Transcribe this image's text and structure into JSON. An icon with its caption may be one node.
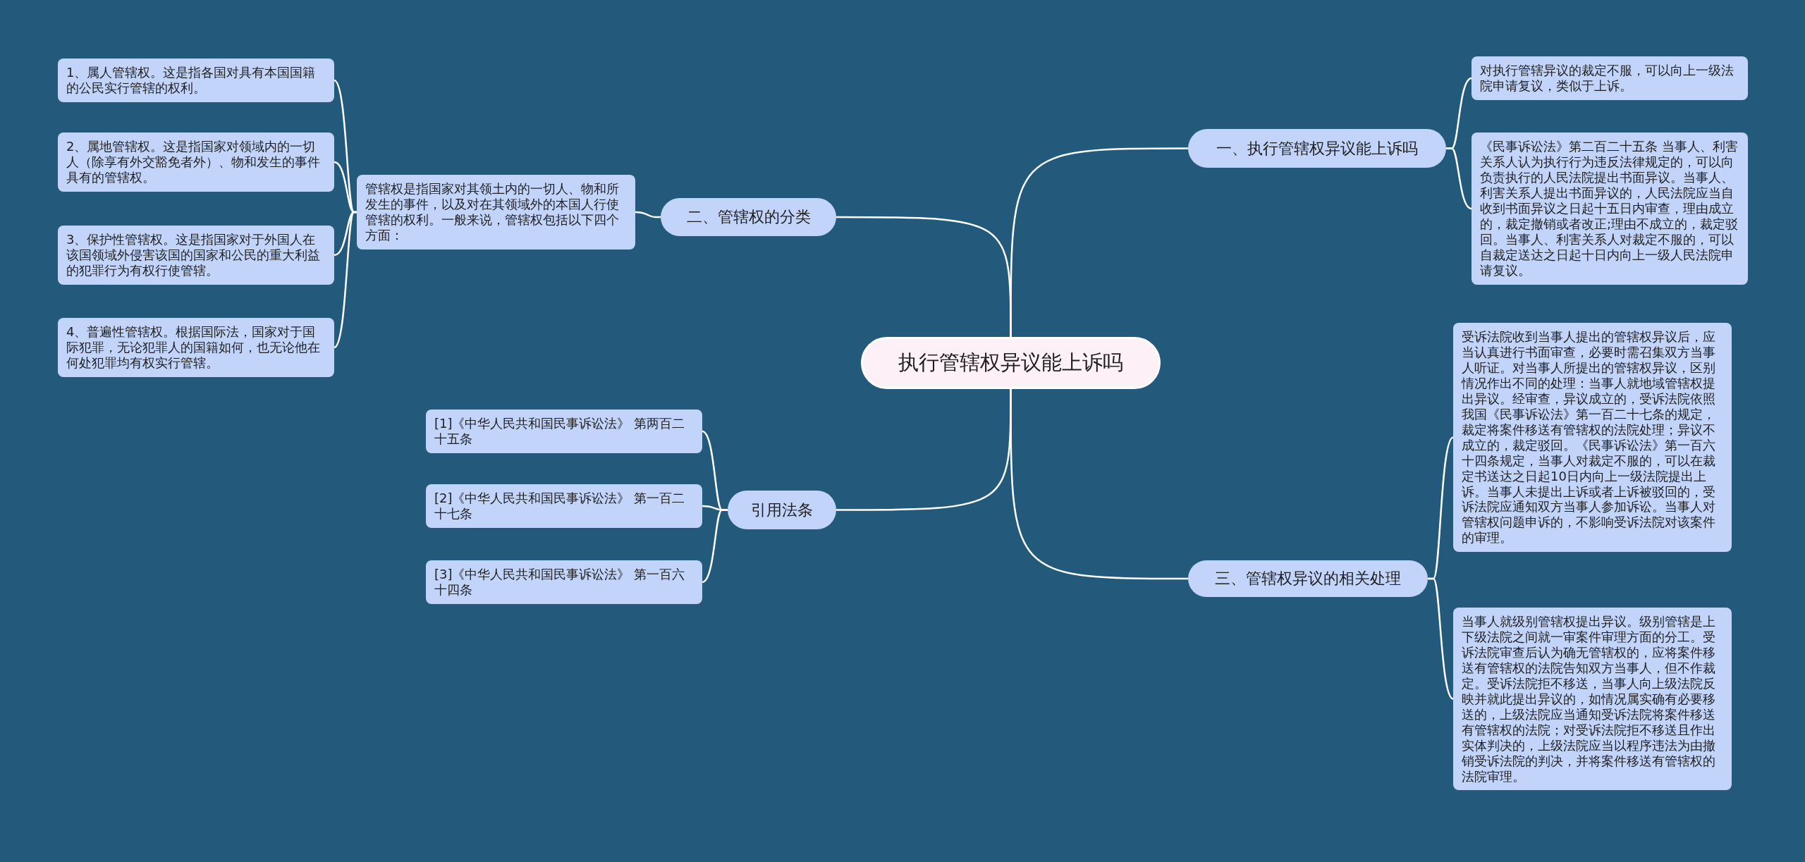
{
  "diagram": {
    "nodes": [
      {
        "text": [
          "执行管辖权异议能上诉吗"
        ]
      },
      {
        "text": [
          "一、执行管辖权异议能上诉吗"
        ]
      },
      {
        "text": [
          "对执行管辖异议的裁定不服，可以向上一级法院申请复议，类似于上诉。"
        ]
      },
      {
        "text": [
          "《民事诉讼法》第二百二十五条 当事人、利害关系人认为执行行为违反法律规定的，可以向负责执行的人民法院提出书面异议。当事人、利害关系人提出书面异议的，人民法院应当自收到书面异议之日起十五日内审查，理由成立的，裁定撤销或者改正;理由不成立的，裁定驳回。当事人、利害关系人对裁定不服的，可以自裁定送达之日起十日内向上一级人民法院申请复议。"
        ]
      },
      {
        "text": [
          "二、管辖权的分类"
        ]
      },
      {
        "text": [
          "管辖权是指国家对其领土内的一切人、物和所发生的事件，以及对在其领域外的本国人行使管辖的权利。一般来说，管辖权包括以下四个方面："
        ]
      },
      {
        "text": [
          "1、属人管辖权。这是指各国对具有本国国籍的公民实行管辖的权利。"
        ]
      },
      {
        "text": [
          "2、属地管辖权。这是指国家对领域内的一切人（除享有外交豁免者外）、物和发生的事件具有的管辖权。"
        ]
      },
      {
        "text": [
          "3、保护性管辖权。这是指国家对于外国人在该国领域外侵害该国的国家和公民的重大利益的犯罪行为有权行使管辖。"
        ]
      },
      {
        "text": [
          "4、普遍性管辖权。根据国际法，国家对于国际犯罪，无论犯罪人的国籍如何，也无论他在何处犯罪均有权实行管辖。"
        ]
      },
      {
        "text": [
          "三、管辖权异议的相关处理"
        ]
      },
      {
        "text": [
          "受诉法院收到当事人提出的管辖权异议后，应当认真进行书面审查，必要时需召集双方当事人听证。对当事人所提出的管辖权异议，区别情况作出不同的处理：当事人就地域管辖权提出异议。经审查，异议成立的，受诉法院依照我国《民事诉讼法》第一百二十七条的规定，裁定将案件移送有管辖权的法院处理；异议不成立的，裁定驳回。《民事诉讼法》第一百六十四条规定，当事人对裁定不服的，可以在裁定书送达之日起10日内向上一级法院提出上诉。当事人未提出上诉或者上诉被驳回的，受诉法院应通知双方当事人参加诉讼。当事人对管辖权问题申诉的，不影响受诉法院对该案件的审理。"
        ]
      },
      {
        "text": [
          "当事人就级别管辖权提出异议。级别管辖是上下级法院之间就一审案件审理方面的分工。受诉法院审查后认为确无管辖权的，应将案件移送有管辖权的法院告知双方当事人，但不作裁定。受诉法院拒不移送，当事人向上级法院反映并就此提出异议的，如情况属实确有必要移送的，上级法院应当通知受诉法院将案件移送有管辖权的法院；对受诉法院拒不移送且作出实体判决的，上级法院应当以程序违法为由撤销受诉法院的判决，并将案件移送有管辖权的法院审理。"
        ]
      },
      {
        "text": [
          "引用法条"
        ]
      },
      {
        "text": [
          "[1]《中华人民共和国民事诉讼法》 第两百二十五条"
        ]
      },
      {
        "text": [
          "[2]《中华人民共和国民事诉讼法》 第一百二十七条"
        ]
      },
      {
        "text": [
          "[3]《中华人民共和国民事诉讼法》 第一百六十四条"
        ]
      }
    ],
    "edges": [
      {
        "from": 0,
        "to": 1,
        "arrow": "none"
      },
      {
        "from": 1,
        "to": 2,
        "arrow": "none"
      },
      {
        "from": 1,
        "to": 3,
        "arrow": "none"
      },
      {
        "from": 0,
        "to": 4,
        "arrow": "none"
      },
      {
        "from": 4,
        "to": 5,
        "arrow": "none"
      },
      {
        "from": 5,
        "to": 6,
        "arrow": "none"
      },
      {
        "from": 5,
        "to": 7,
        "arrow": "none"
      },
      {
        "from": 5,
        "to": 8,
        "arrow": "none"
      },
      {
        "from": 5,
        "to": 9,
        "arrow": "none"
      },
      {
        "from": 0,
        "to": 10,
        "arrow": "none"
      },
      {
        "from": 10,
        "to": 11,
        "arrow": "none"
      },
      {
        "from": 10,
        "to": 12,
        "arrow": "none"
      },
      {
        "from": 0,
        "to": 13,
        "arrow": "none"
      },
      {
        "from": 13,
        "to": 14,
        "arrow": "none"
      },
      {
        "from": 13,
        "to": 15,
        "arrow": "none"
      },
      {
        "from": 13,
        "to": 16,
        "arrow": "none"
      }
    ]
  }
}
